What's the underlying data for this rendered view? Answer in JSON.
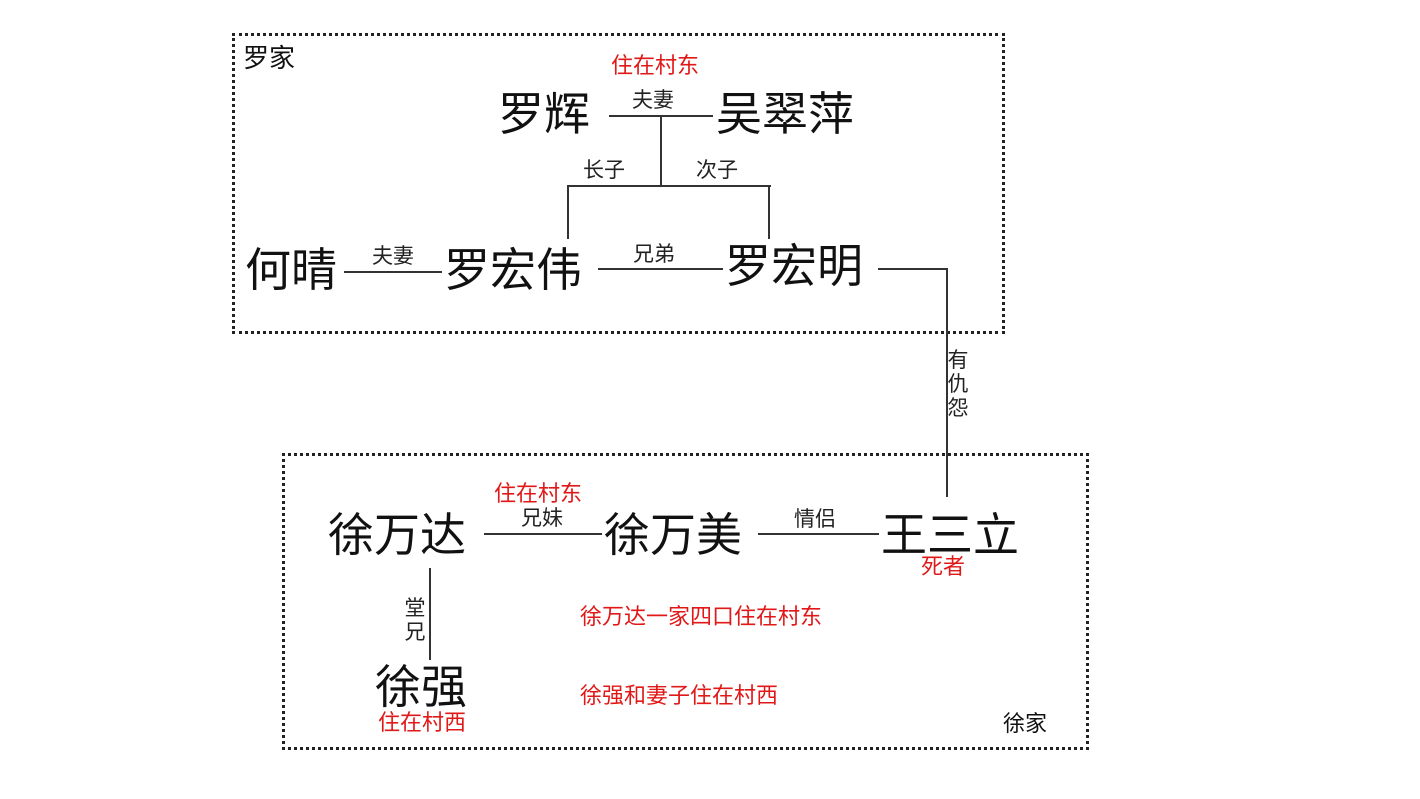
{
  "luo_family": {
    "label": "罗家",
    "members": {
      "luo_hui": "罗辉",
      "wu_cuiping": "吴翠萍",
      "he_qing": "何晴",
      "luo_hongwei": "罗宏伟",
      "luo_hongming": "罗宏明"
    },
    "relations": {
      "luohui_wu": "夫妻",
      "eldest_son": "长子",
      "second_son": "次子",
      "he_hongwei": "夫妻",
      "brothers": "兄弟"
    },
    "notes": {
      "luohui_residence": "住在村东"
    }
  },
  "feud_label": "有仇怨",
  "xu_family": {
    "label": "徐家",
    "members": {
      "xu_wanda": "徐万达",
      "xu_wanmei": "徐万美",
      "wang_sanli": "王三立",
      "xu_qiang": "徐强"
    },
    "relations": {
      "siblings": "兄妹",
      "lovers": "情侣",
      "cousin": "堂兄"
    },
    "notes": {
      "wanda_residence": "住在村东",
      "wang_deceased": "死者",
      "qiang_residence": "住在村西",
      "wanda_family": "徐万达一家四口住在村东",
      "qiang_family": "徐强和妻子住在村西"
    }
  }
}
